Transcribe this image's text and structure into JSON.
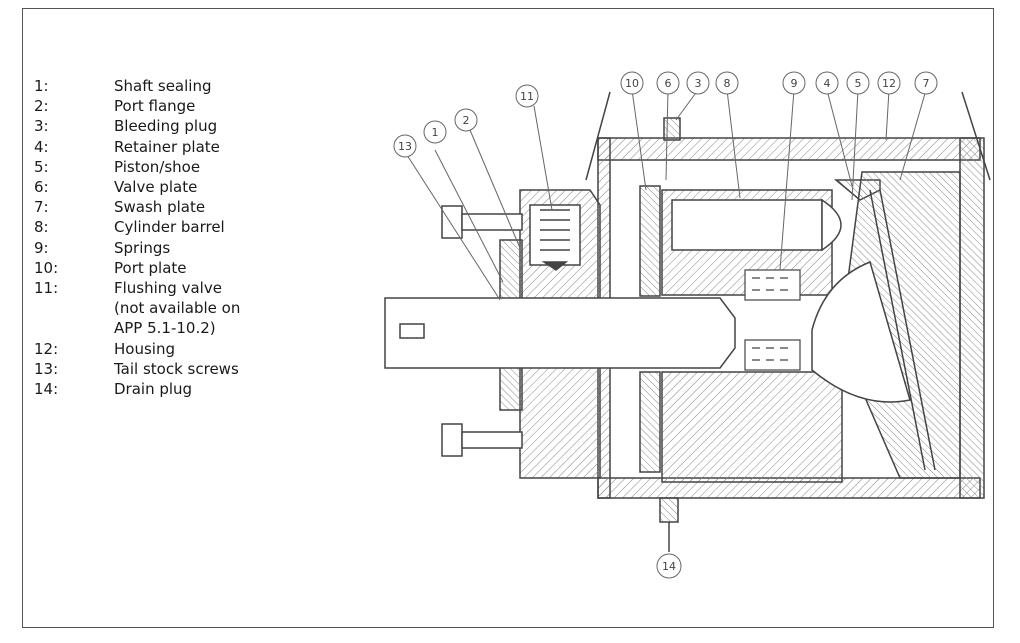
{
  "legend": [
    {
      "num": "1:",
      "label": "Shaft sealing"
    },
    {
      "num": "2:",
      "label": "Port flange"
    },
    {
      "num": "3:",
      "label": "Bleeding plug"
    },
    {
      "num": "4:",
      "label": "Retainer plate"
    },
    {
      "num": "5:",
      "label": "Piston/shoe"
    },
    {
      "num": "6:",
      "label": "Valve plate"
    },
    {
      "num": "7:",
      "label": "Swash plate"
    },
    {
      "num": "8:",
      "label": "Cylinder barrel"
    },
    {
      "num": "9:",
      "label": "Springs"
    },
    {
      "num": "10:",
      "label": "Port plate"
    },
    {
      "num": "11:",
      "label": "Flushing valve\n(not available on\nAPP 5.1-10.2)"
    },
    {
      "num": "12:",
      "label": "Housing"
    },
    {
      "num": "13:",
      "label": "Tail stock screws"
    },
    {
      "num": "14:",
      "label": "Drain plug"
    }
  ],
  "callouts": [
    "10",
    "6",
    "3",
    "8",
    "9",
    "4",
    "5",
    "12",
    "7",
    "11",
    "2",
    "1",
    "13",
    "14"
  ],
  "colors": {
    "line": "#444444",
    "hatch": "#777777",
    "frame": "#555555"
  }
}
